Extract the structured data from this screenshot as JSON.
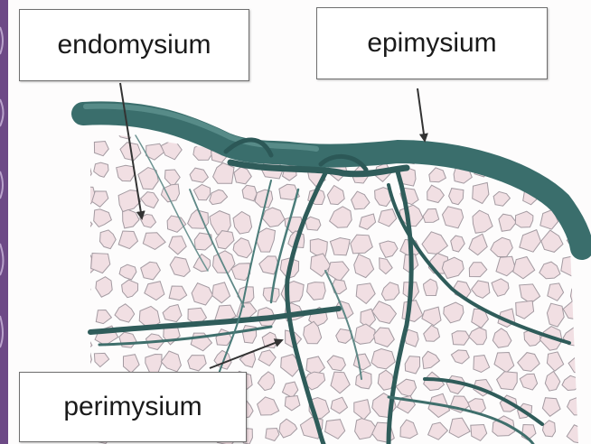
{
  "labels": {
    "endomysium": "endomysium",
    "epimysium": "epimysium",
    "perimysium": "perimysium"
  },
  "colors": {
    "epimysium_sheath": "#3a6e6c",
    "perimysium_septa": "#2f5c5a",
    "fiber_outline": "#a39aa1",
    "fiber_fill": "#f1dfe3",
    "left_edge_tissue": "#6d4a86",
    "arrow": "#333333"
  },
  "icons": {
    "left_strip": "stained-tissue-strip"
  }
}
